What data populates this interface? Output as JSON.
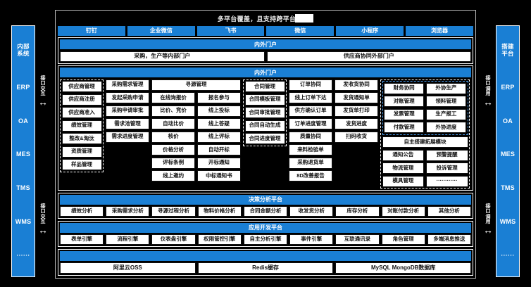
{
  "title": {
    "text": "多平台覆盖，且支持跨平台",
    "redacted": true
  },
  "left_rail": {
    "head": "内部\n系统",
    "head_line1": "内部",
    "head_line2": "系统",
    "items": [
      "ERP",
      "OA",
      "MES",
      "TMS",
      "WMS",
      "······"
    ]
  },
  "right_rail": {
    "head_line1": "搭建",
    "head_line2": "平台",
    "items": [
      "ERP",
      "OA",
      "MES",
      "TMS",
      "WMS",
      "······"
    ]
  },
  "connectors": {
    "left_top": "接口交互",
    "left_bottom": "接口交互",
    "right_top": "接口调用",
    "right_bottom": "接口调用",
    "arrow": "↔"
  },
  "tabs": [
    "钉钉",
    "企业微信",
    "飞书",
    "微信",
    "小程序",
    "浏览器"
  ],
  "portal_bar_1": "内外门户",
  "portal_row": [
    "采购，生产等内部门户",
    "供应商协同外部门户"
  ],
  "portal_bar_2": "内外门户",
  "matrix": {
    "columns": [
      {
        "header": "供应商管理",
        "width": "single",
        "highlight": "dashed-white",
        "items": [
          "供应商注册",
          "供应商准入",
          "绩效管理",
          "整改&淘汰",
          "资质管理",
          "样品管理"
        ]
      },
      {
        "header": "采购需求管理",
        "width": "single",
        "highlight": "none",
        "items": [
          "发起采购申请",
          "采购申请审批",
          "需求池管理",
          "需求进度管理"
        ]
      },
      {
        "header": "寻源管理",
        "width": "double",
        "highlight": "none",
        "pairs": [
          [
            "在线询报价",
            "报名参与"
          ],
          [
            "比价、竞价",
            "线上投标"
          ],
          [
            "自动比价",
            "线上答疑"
          ],
          [
            "核价",
            "线上评标"
          ],
          [
            "价格分析",
            "自动开标"
          ],
          [
            "评标条例",
            "开标通知"
          ],
          [
            "线上邀约",
            "中标通知书"
          ]
        ]
      },
      {
        "header": "合同管理",
        "width": "single",
        "highlight": "dashed-white",
        "items": [
          "合同模板管理",
          "合同审批管理",
          "合同自动生成",
          "合同进度管理"
        ]
      },
      {
        "header": "订单协同",
        "width": "single",
        "highlight": "none",
        "items": [
          "线上订单下达",
          "供方确认订单",
          "订单进度管理",
          "质量协同",
          "来料检验单",
          "采购退货单",
          "8D改善报告"
        ]
      },
      {
        "header": "发收货协同",
        "width": "single",
        "highlight": "none",
        "items": [
          "发货通知单",
          "发货单打印",
          "发货进度",
          "扫码收货"
        ]
      }
    ],
    "right_block": {
      "highlight": "dashed-white",
      "top_highlight": "dashed-blue",
      "top_pairs": [
        [
          "财务协同",
          "外协生产"
        ],
        [
          "对账管理",
          "领料管理"
        ],
        [
          "发票管理",
          "生产报工"
        ],
        [
          "付款管理",
          "外协进度"
        ]
      ],
      "expand_header": "自主搭建拓展模块",
      "expand_pairs": [
        [
          "通知公告",
          "预警提醒"
        ],
        [
          "物流管理",
          "投诉管理"
        ],
        [
          "模具管理",
          "············"
        ]
      ]
    }
  },
  "decision_bar": "决策分析平台",
  "decision_items": [
    "绩效分析",
    "采购需求分析",
    "寻源过程分析",
    "物料价格分析",
    "合同金额分析",
    "收发货分析",
    "库存分析",
    "对账付款分析",
    "其他分析"
  ],
  "appdev_bar": "应用开发平台",
  "appdev_items": [
    "表单引擎",
    "流程引擎",
    "仪表盘引擎",
    "权限管控引擎",
    "自主分析引擎",
    "事件引擎",
    "互联通讯录",
    "角色管理",
    "多端消息推送"
  ],
  "infra_bar": "",
  "infra_items": [
    "阿里云OSS",
    "Redis缓存",
    "MySQL MongoDB数据库"
  ],
  "colors": {
    "accent": "#1a7fd4",
    "background": "#000000",
    "cell": "#ffffff",
    "highlight": "#4a9ae8"
  }
}
